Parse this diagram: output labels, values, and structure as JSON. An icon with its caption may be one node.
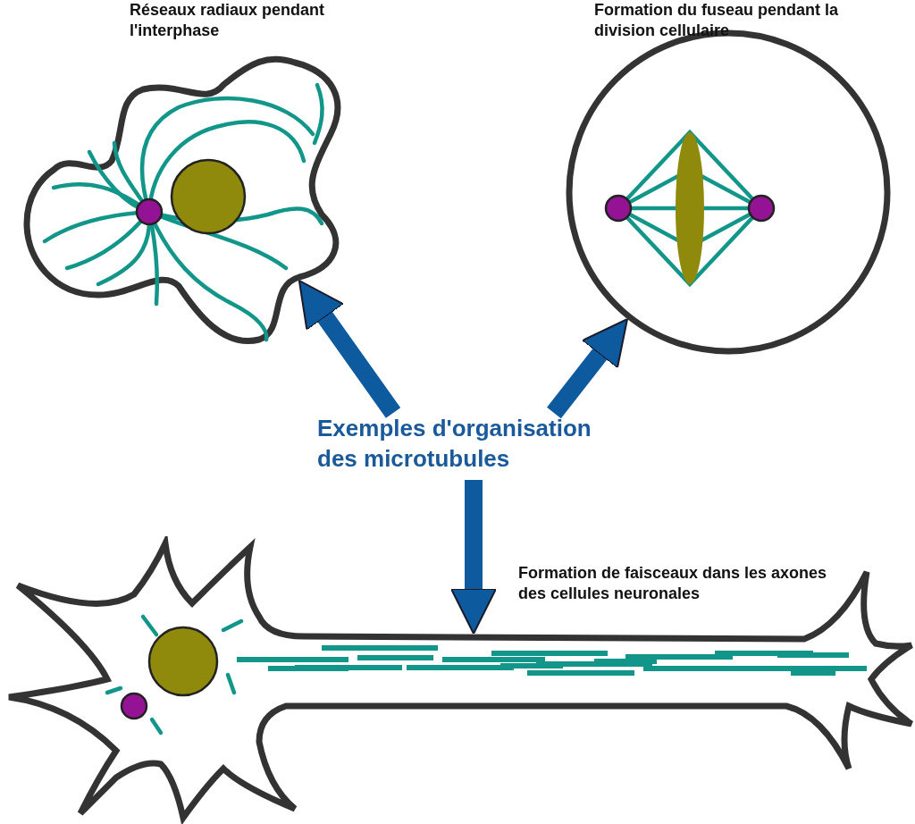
{
  "diagram": {
    "nodes": [
      {
        "text": [
          "Exemples d'organisation des microtubules"
        ]
      },
      {
        "text": [
          "Réseaux radiaux pendant l'interphase"
        ]
      },
      {
        "text": [
          "Formation du fuseau pendant la division cellulaire"
        ]
      },
      {
        "text": [
          "Formation de faisceaux dans les axones des cellules neuronales"
        ]
      }
    ],
    "edges": [
      {
        "from": 0,
        "to": 1,
        "arrow": "to"
      },
      {
        "from": 0,
        "to": 2,
        "arrow": "to"
      },
      {
        "from": 0,
        "to": 3,
        "arrow": "to"
      }
    ]
  }
}
